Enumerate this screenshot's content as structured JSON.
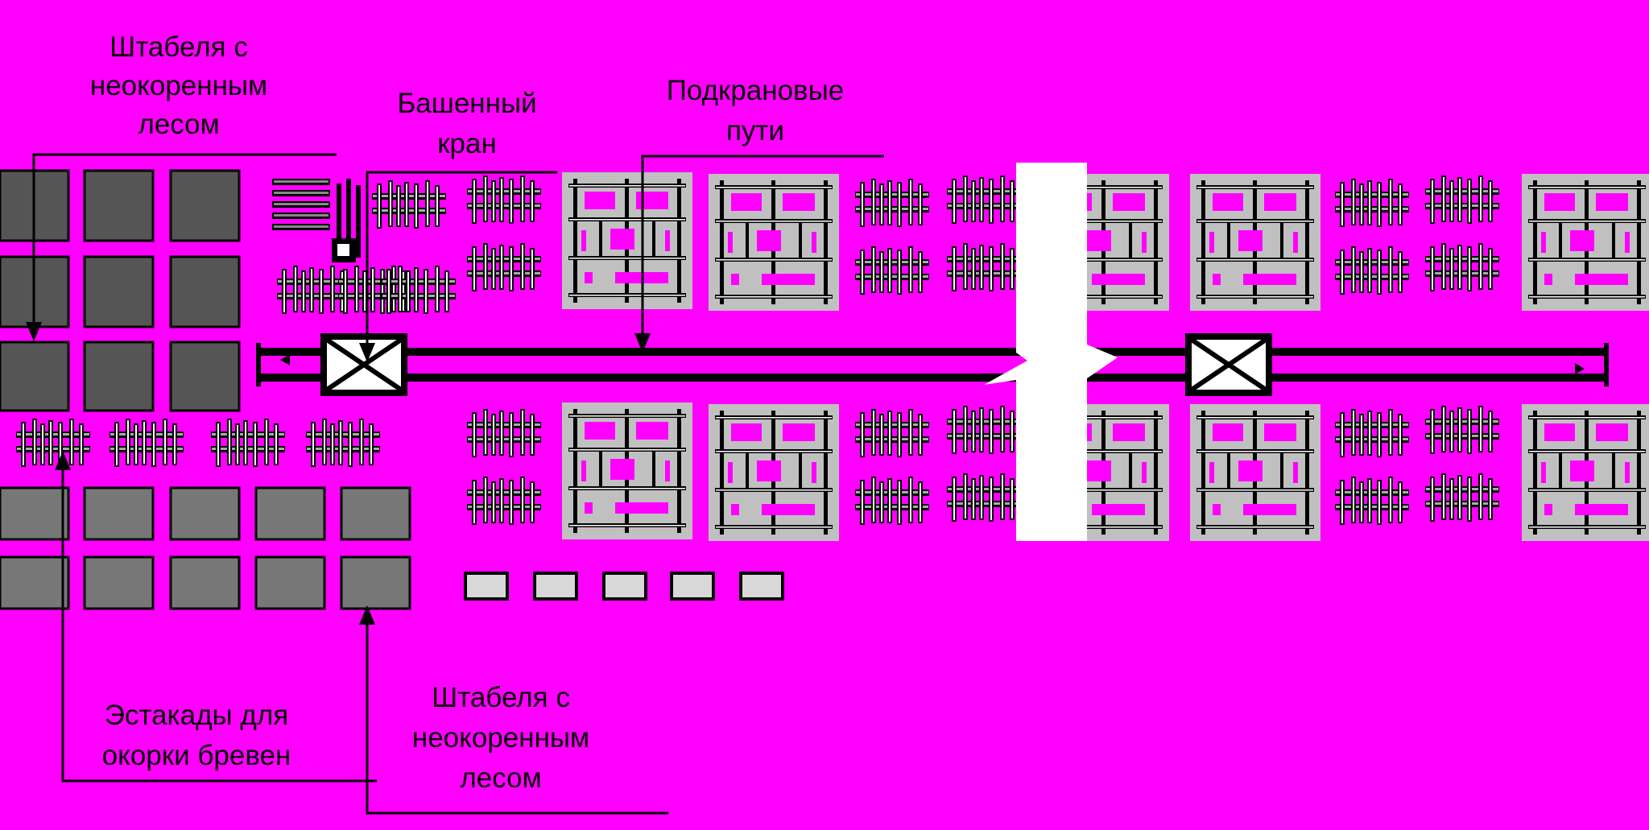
{
  "diagram": {
    "labels": {
      "stacks_top": [
        "Штабеля с",
        "неокоренным",
        "лесом"
      ],
      "tower_crane": [
        "Башенный",
        "кран"
      ],
      "crane_tracks": [
        "Подкрановые",
        "пути"
      ],
      "debarking_trestles": [
        "Эстакады для",
        "окорки бревен"
      ],
      "stacks_bottom": [
        "Штабеля с",
        "неокоренным",
        "лесом"
      ]
    },
    "colors": {
      "background": "#ff00ff",
      "stack_dark": "#555555",
      "stack_medium": "#777777",
      "pallet_fill": "#c0c0c0",
      "lines": "#000000",
      "break_fill": "#ffffff"
    }
  }
}
